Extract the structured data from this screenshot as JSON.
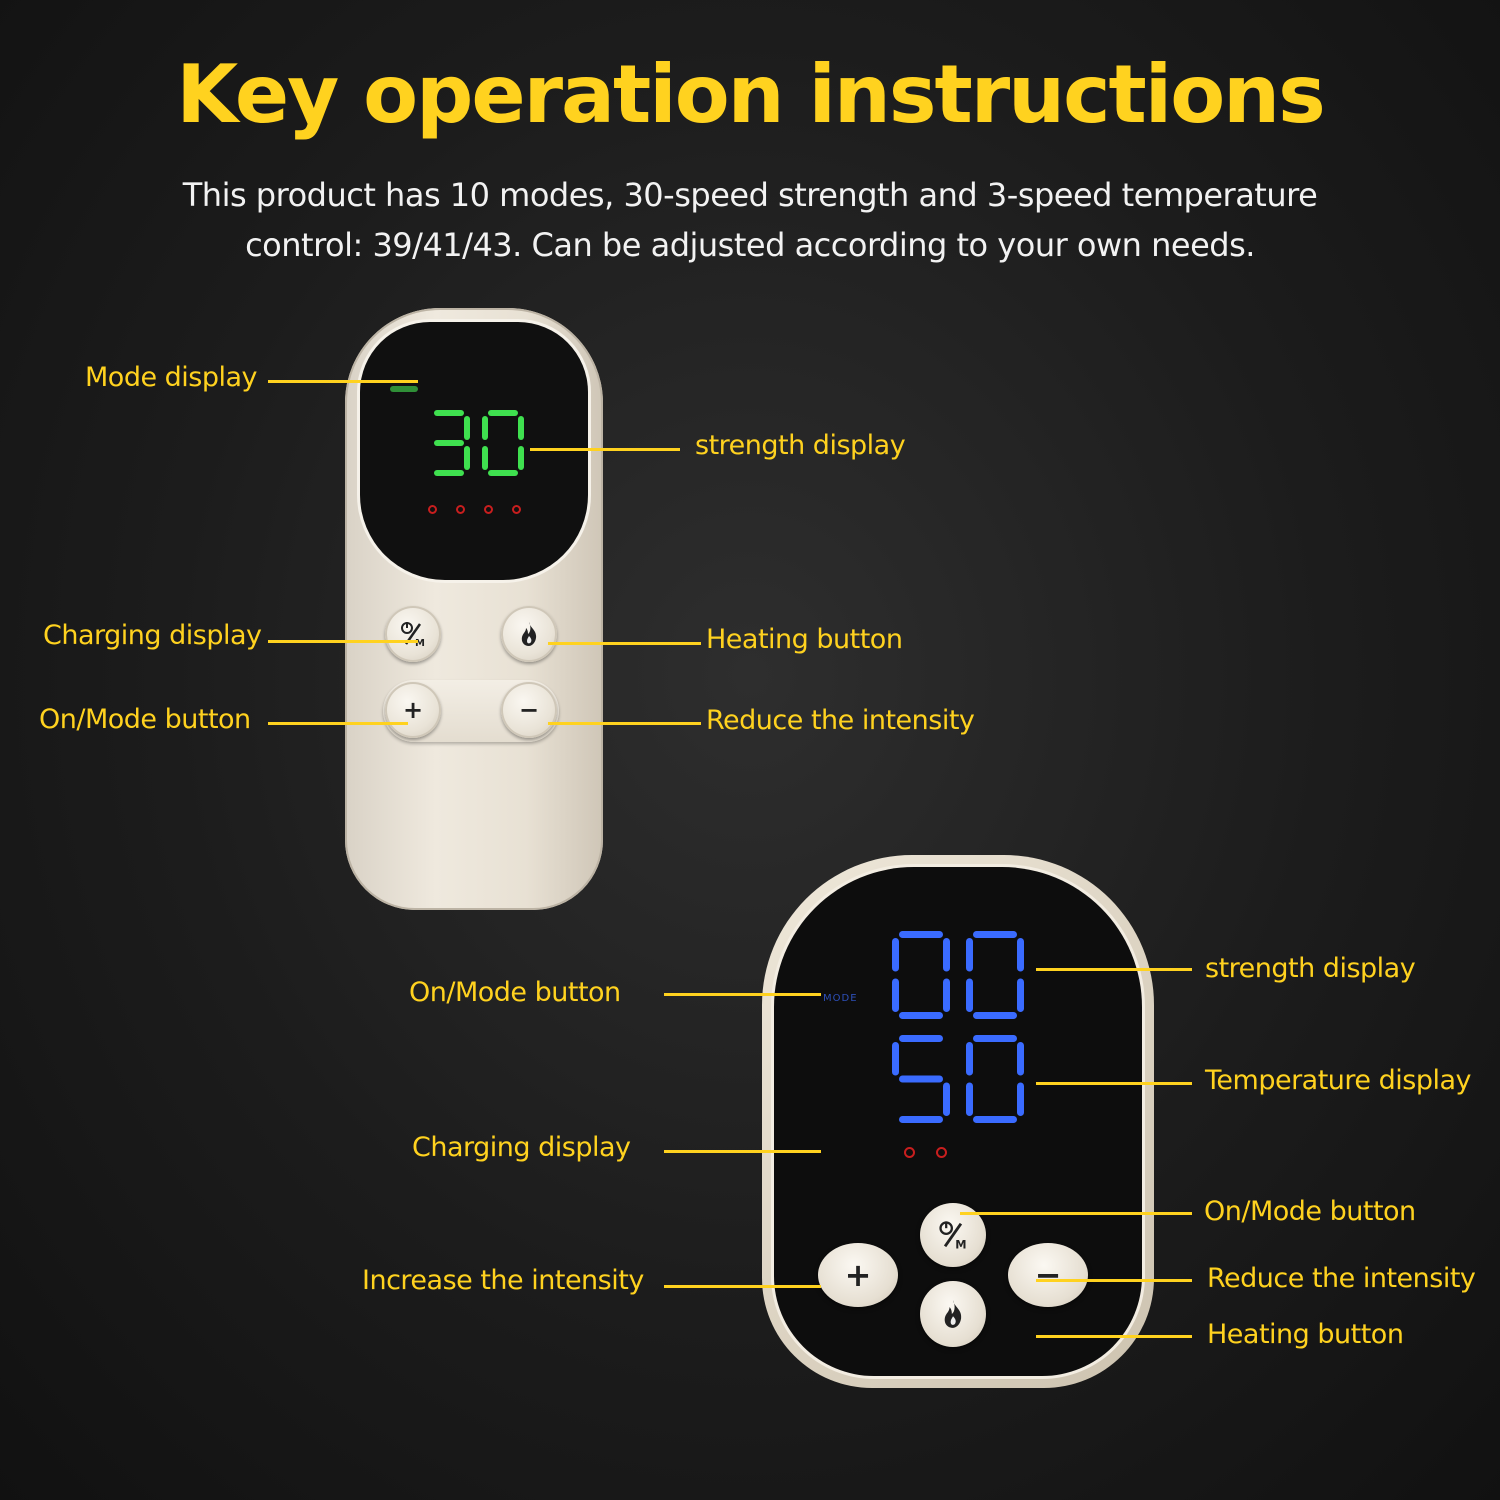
{
  "title": "Key operation instructions",
  "subtitle_line1": "This product has 10 modes, 30-speed strength and 3-speed temperature",
  "subtitle_line2": "control: 39/41/43. Can be adjusted according to your own needs.",
  "remote1": {
    "display_value": "30",
    "labels": {
      "mode_display": "Mode display",
      "strength_display": "strength display",
      "charging_display": "Charging display",
      "heating_button": "Heating button",
      "on_mode_button": "On/Mode button",
      "reduce_intensity": "Reduce the intensity"
    },
    "buttons": {
      "power_mode_icon": "power-mode-icon",
      "heat_icon": "flame-icon",
      "plus": "+",
      "minus": "−"
    }
  },
  "remote2": {
    "strength_value": "00",
    "temperature_value": "50",
    "mode_text": "MODE",
    "labels": {
      "on_mode_button_left": "On/Mode button",
      "charging_display": "Charging display",
      "increase_intensity": "Increase the intensity",
      "strength_display": "strength display",
      "temperature_display": "Temperature display",
      "on_mode_button_right": "On/Mode button",
      "reduce_intensity": "Reduce the intensity",
      "heating_button": "Heating button"
    },
    "buttons": {
      "plus": "+",
      "minus": "−"
    }
  },
  "colors": {
    "accent": "#ffd21f",
    "green_segment": "#3fe04f",
    "blue_segment": "#3a6bff",
    "red_indicator": "#c81e1e"
  }
}
